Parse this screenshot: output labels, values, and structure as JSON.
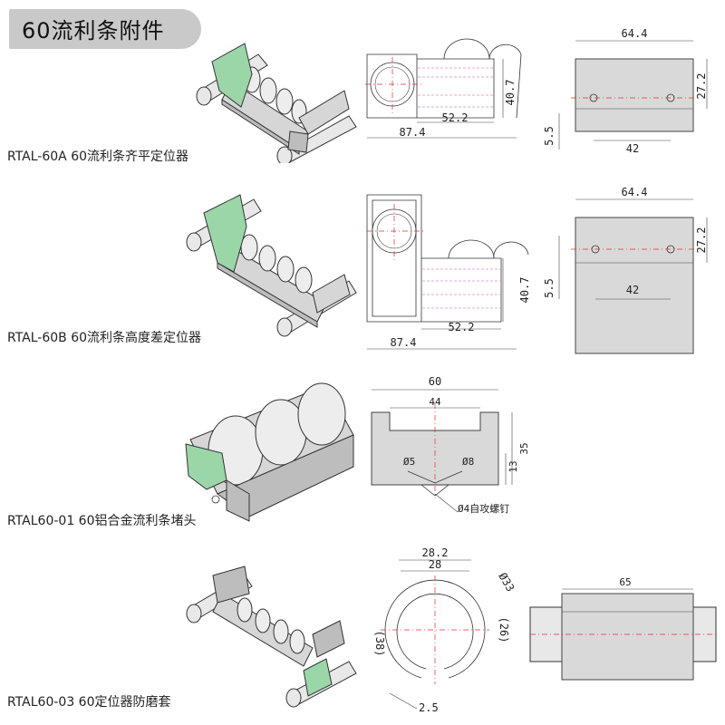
{
  "title": "60流利条附件",
  "colors": {
    "badge": "#c9c9c9",
    "accent_green": "#9bd6a8",
    "center_line": "#e03030"
  },
  "items": [
    {
      "caption": "RTAL-60A 60流利条齐平定位器",
      "side_dims": {
        "height": "40.7",
        "inner": "52.2",
        "total": "87.4"
      },
      "top_dims": {
        "width": "64.4",
        "right": "27.2",
        "left": "5.5",
        "hole": "42"
      }
    },
    {
      "caption": "RTAL-60B 60流利条高度差定位器",
      "side_dims": {
        "height": "40.7",
        "inner": "52.2",
        "total": "87.4"
      },
      "top_dims": {
        "width": "64.4",
        "right": "27.2",
        "left": "5.5",
        "hole": "42"
      }
    },
    {
      "caption": "RTAL60-01 60铝合金流利条堵头",
      "dims": {
        "outer": "60",
        "inner": "44",
        "height": "35",
        "slot": "13",
        "hole_left": "Ø5",
        "hole_right": "Ø8",
        "screw": "Ø4自攻螺钉"
      }
    },
    {
      "caption": "RTAL60-03 60定位器防磨套",
      "dims": {
        "outer": "28.2",
        "inner": "28",
        "dia": "Ø33",
        "right": "(26)",
        "left": "(38)",
        "gap": "2.5",
        "length": "65"
      }
    }
  ]
}
